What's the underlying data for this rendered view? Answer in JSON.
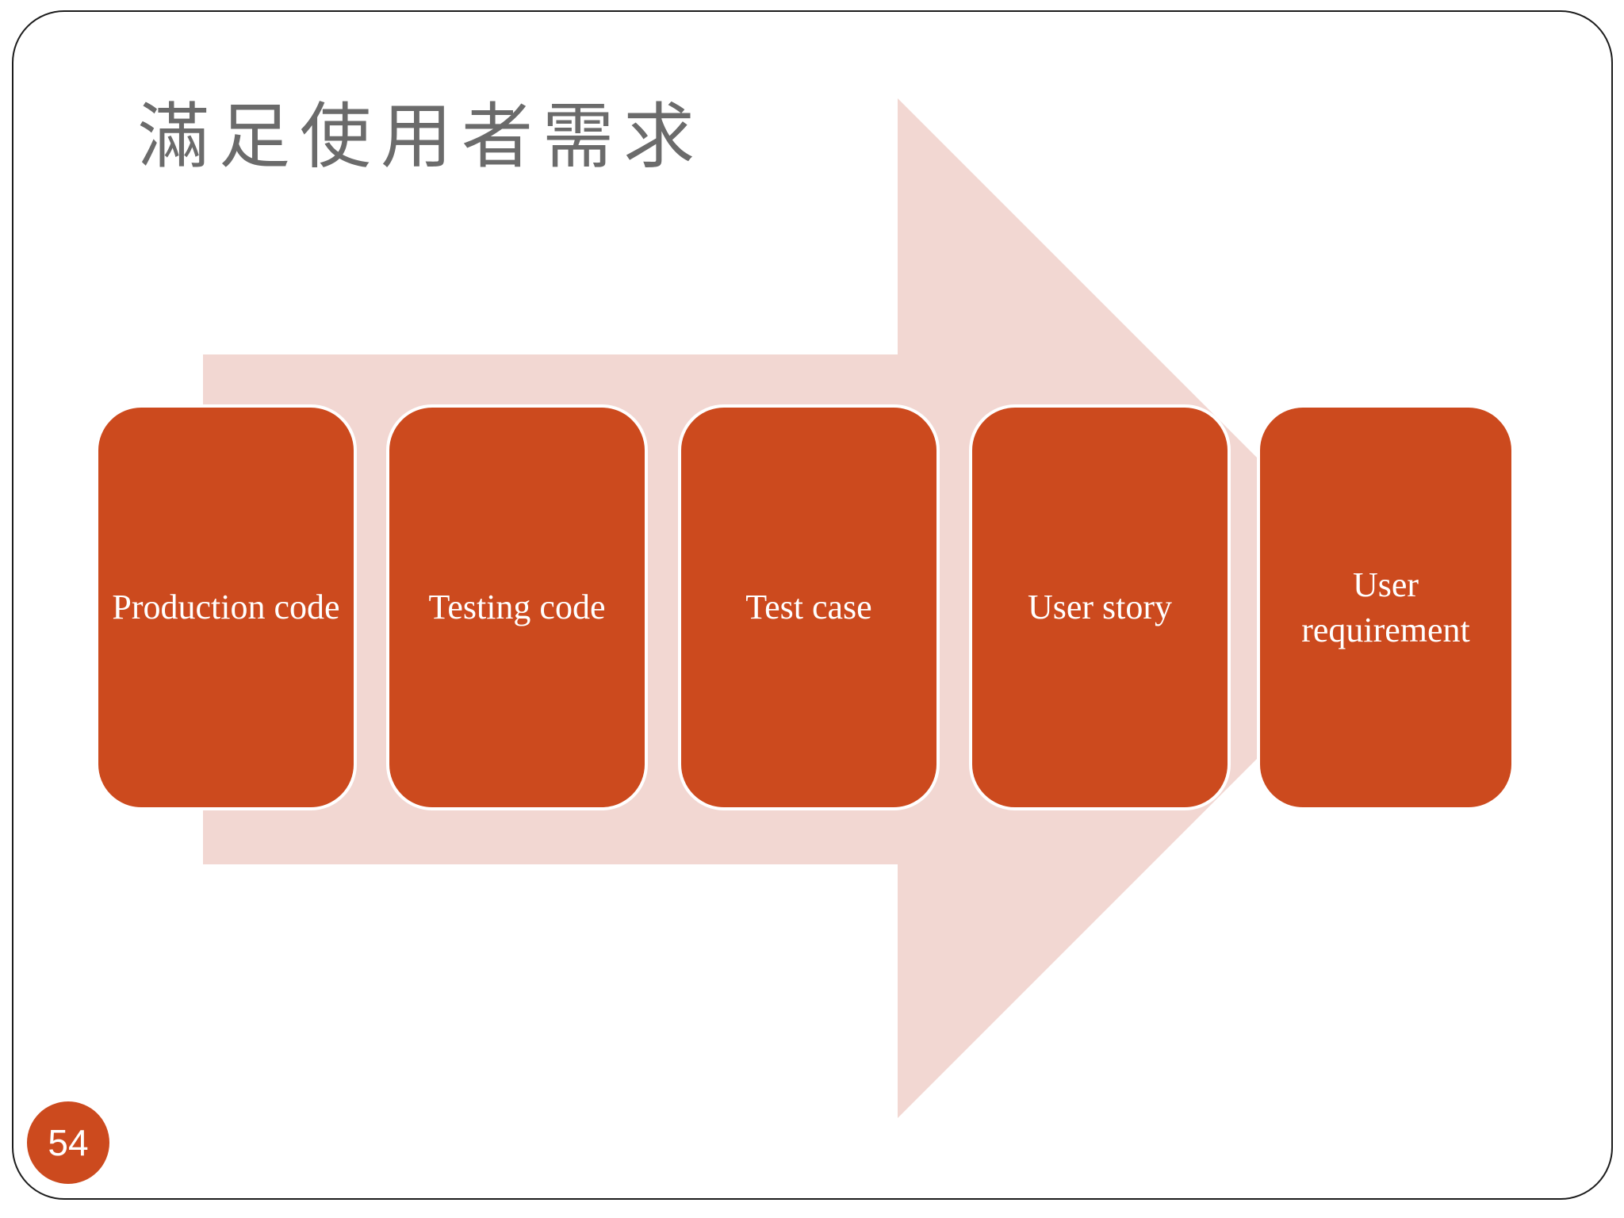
{
  "slide": {
    "title": "滿足使用者需求",
    "page_number": "54",
    "steps": [
      {
        "label": "Production code"
      },
      {
        "label": "Testing code"
      },
      {
        "label": "Test case"
      },
      {
        "label": "User story"
      },
      {
        "label": "User requirement"
      }
    ]
  },
  "colors": {
    "accent_orange": "#CC4A1E",
    "arrow_pink": "#F2D7D2",
    "title_gray": "#6B6B6B",
    "slide_border": "#1C1C1C",
    "step_text": "#FFFFFF",
    "outline_white": "#FFFFFF"
  }
}
